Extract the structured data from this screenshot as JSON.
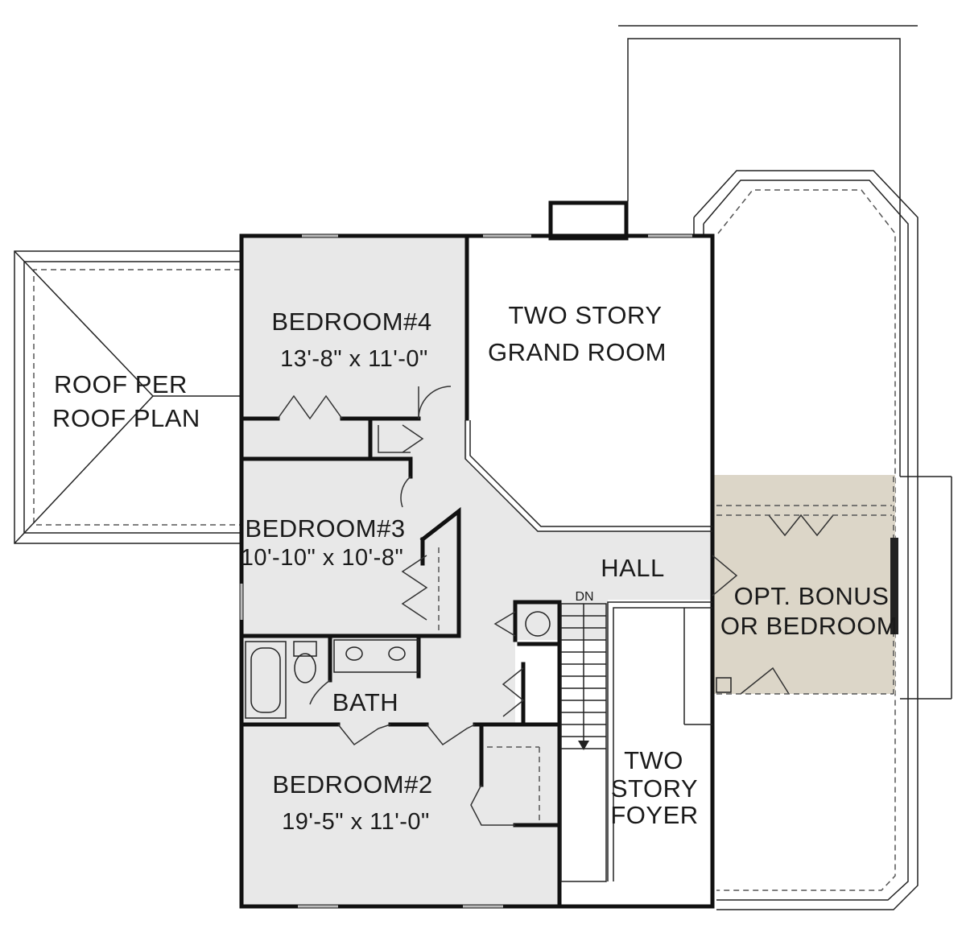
{
  "plan": {
    "rooms": {
      "bedroom4": {
        "name": "BEDROOM#4",
        "dims": "13'-8\" x 11'-0\""
      },
      "grand_room": {
        "line1": "TWO  STORY",
        "line2": "GRAND  ROOM"
      },
      "roof": {
        "line1": "ROOF  PER",
        "line2": "ROOF  PLAN"
      },
      "bedroom3": {
        "name": "BEDROOM#3",
        "dims": "10'-10\" x 10'-8\""
      },
      "hall": {
        "name": "HALL"
      },
      "bonus": {
        "line1": "OPT.  BONUS",
        "line2": "OR  BEDROOM"
      },
      "bath": {
        "name": "BATH"
      },
      "bedroom2": {
        "name": "BEDROOM#2",
        "dims": "19'-5\" x 11'-0\""
      },
      "foyer": {
        "line1": "TWO",
        "line2": "STORY",
        "line3": "FOYER"
      }
    },
    "stair_label": "DN",
    "colors": {
      "room_fill": "#e8e8e8",
      "bonus_fill": "#dcd6c8",
      "wall": "#111111"
    }
  }
}
